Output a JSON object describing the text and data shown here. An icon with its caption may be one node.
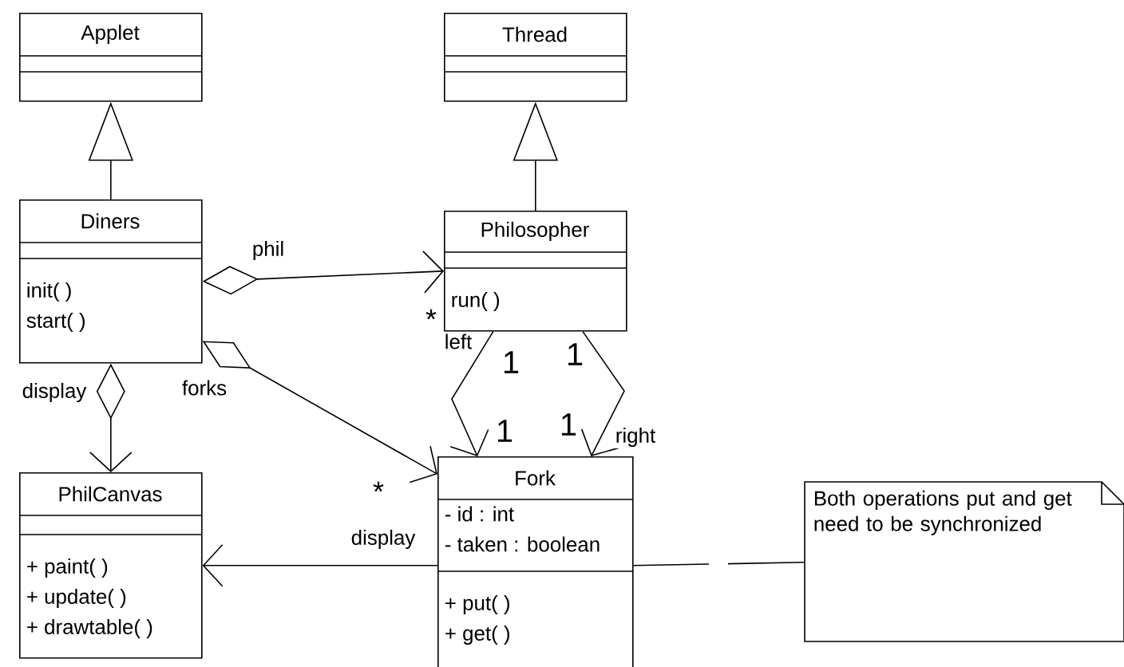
{
  "diagram": {
    "nodes": [
      {
        "text": [
          "Applet"
        ]
      },
      {
        "text": [
          "Thread"
        ]
      },
      {
        "text": [
          "Diners",
          "init( )",
          "start( )"
        ]
      },
      {
        "text": [
          "Philosopher",
          "run( )"
        ]
      },
      {
        "text": [
          "PhilCanvas",
          "+ paint( )",
          "+ update( )",
          "+ drawtable( )"
        ]
      },
      {
        "text": [
          "Fork",
          "- id : int",
          "- taken : boolean",
          "+ put( )",
          "+ get( )"
        ]
      },
      {
        "text": [
          "Both operations put and get need to be synchronized"
        ]
      }
    ],
    "edges": [
      {
        "from": 2,
        "to": 0,
        "arrow": "to"
      },
      {
        "from": 3,
        "to": 1,
        "arrow": "to"
      },
      {
        "from": 2,
        "to": 3,
        "arrow": "to",
        "label": "phil"
      },
      {
        "from": 2,
        "to": 5,
        "arrow": "to",
        "label": "forks"
      },
      {
        "from": 2,
        "to": 4,
        "arrow": "to",
        "label": "display"
      },
      {
        "from": 3,
        "to": 5,
        "arrow": "to",
        "label": "left"
      },
      {
        "from": 3,
        "to": 5,
        "arrow": "to",
        "label": "right"
      },
      {
        "from": 5,
        "to": 4,
        "arrow": "to",
        "label": "display"
      },
      {
        "from": 6,
        "to": 5,
        "arrow": "none",
        "style": "dashed"
      }
    ],
    "labels": [
      "*",
      "1",
      "1",
      "1",
      "1",
      "*"
    ]
  }
}
